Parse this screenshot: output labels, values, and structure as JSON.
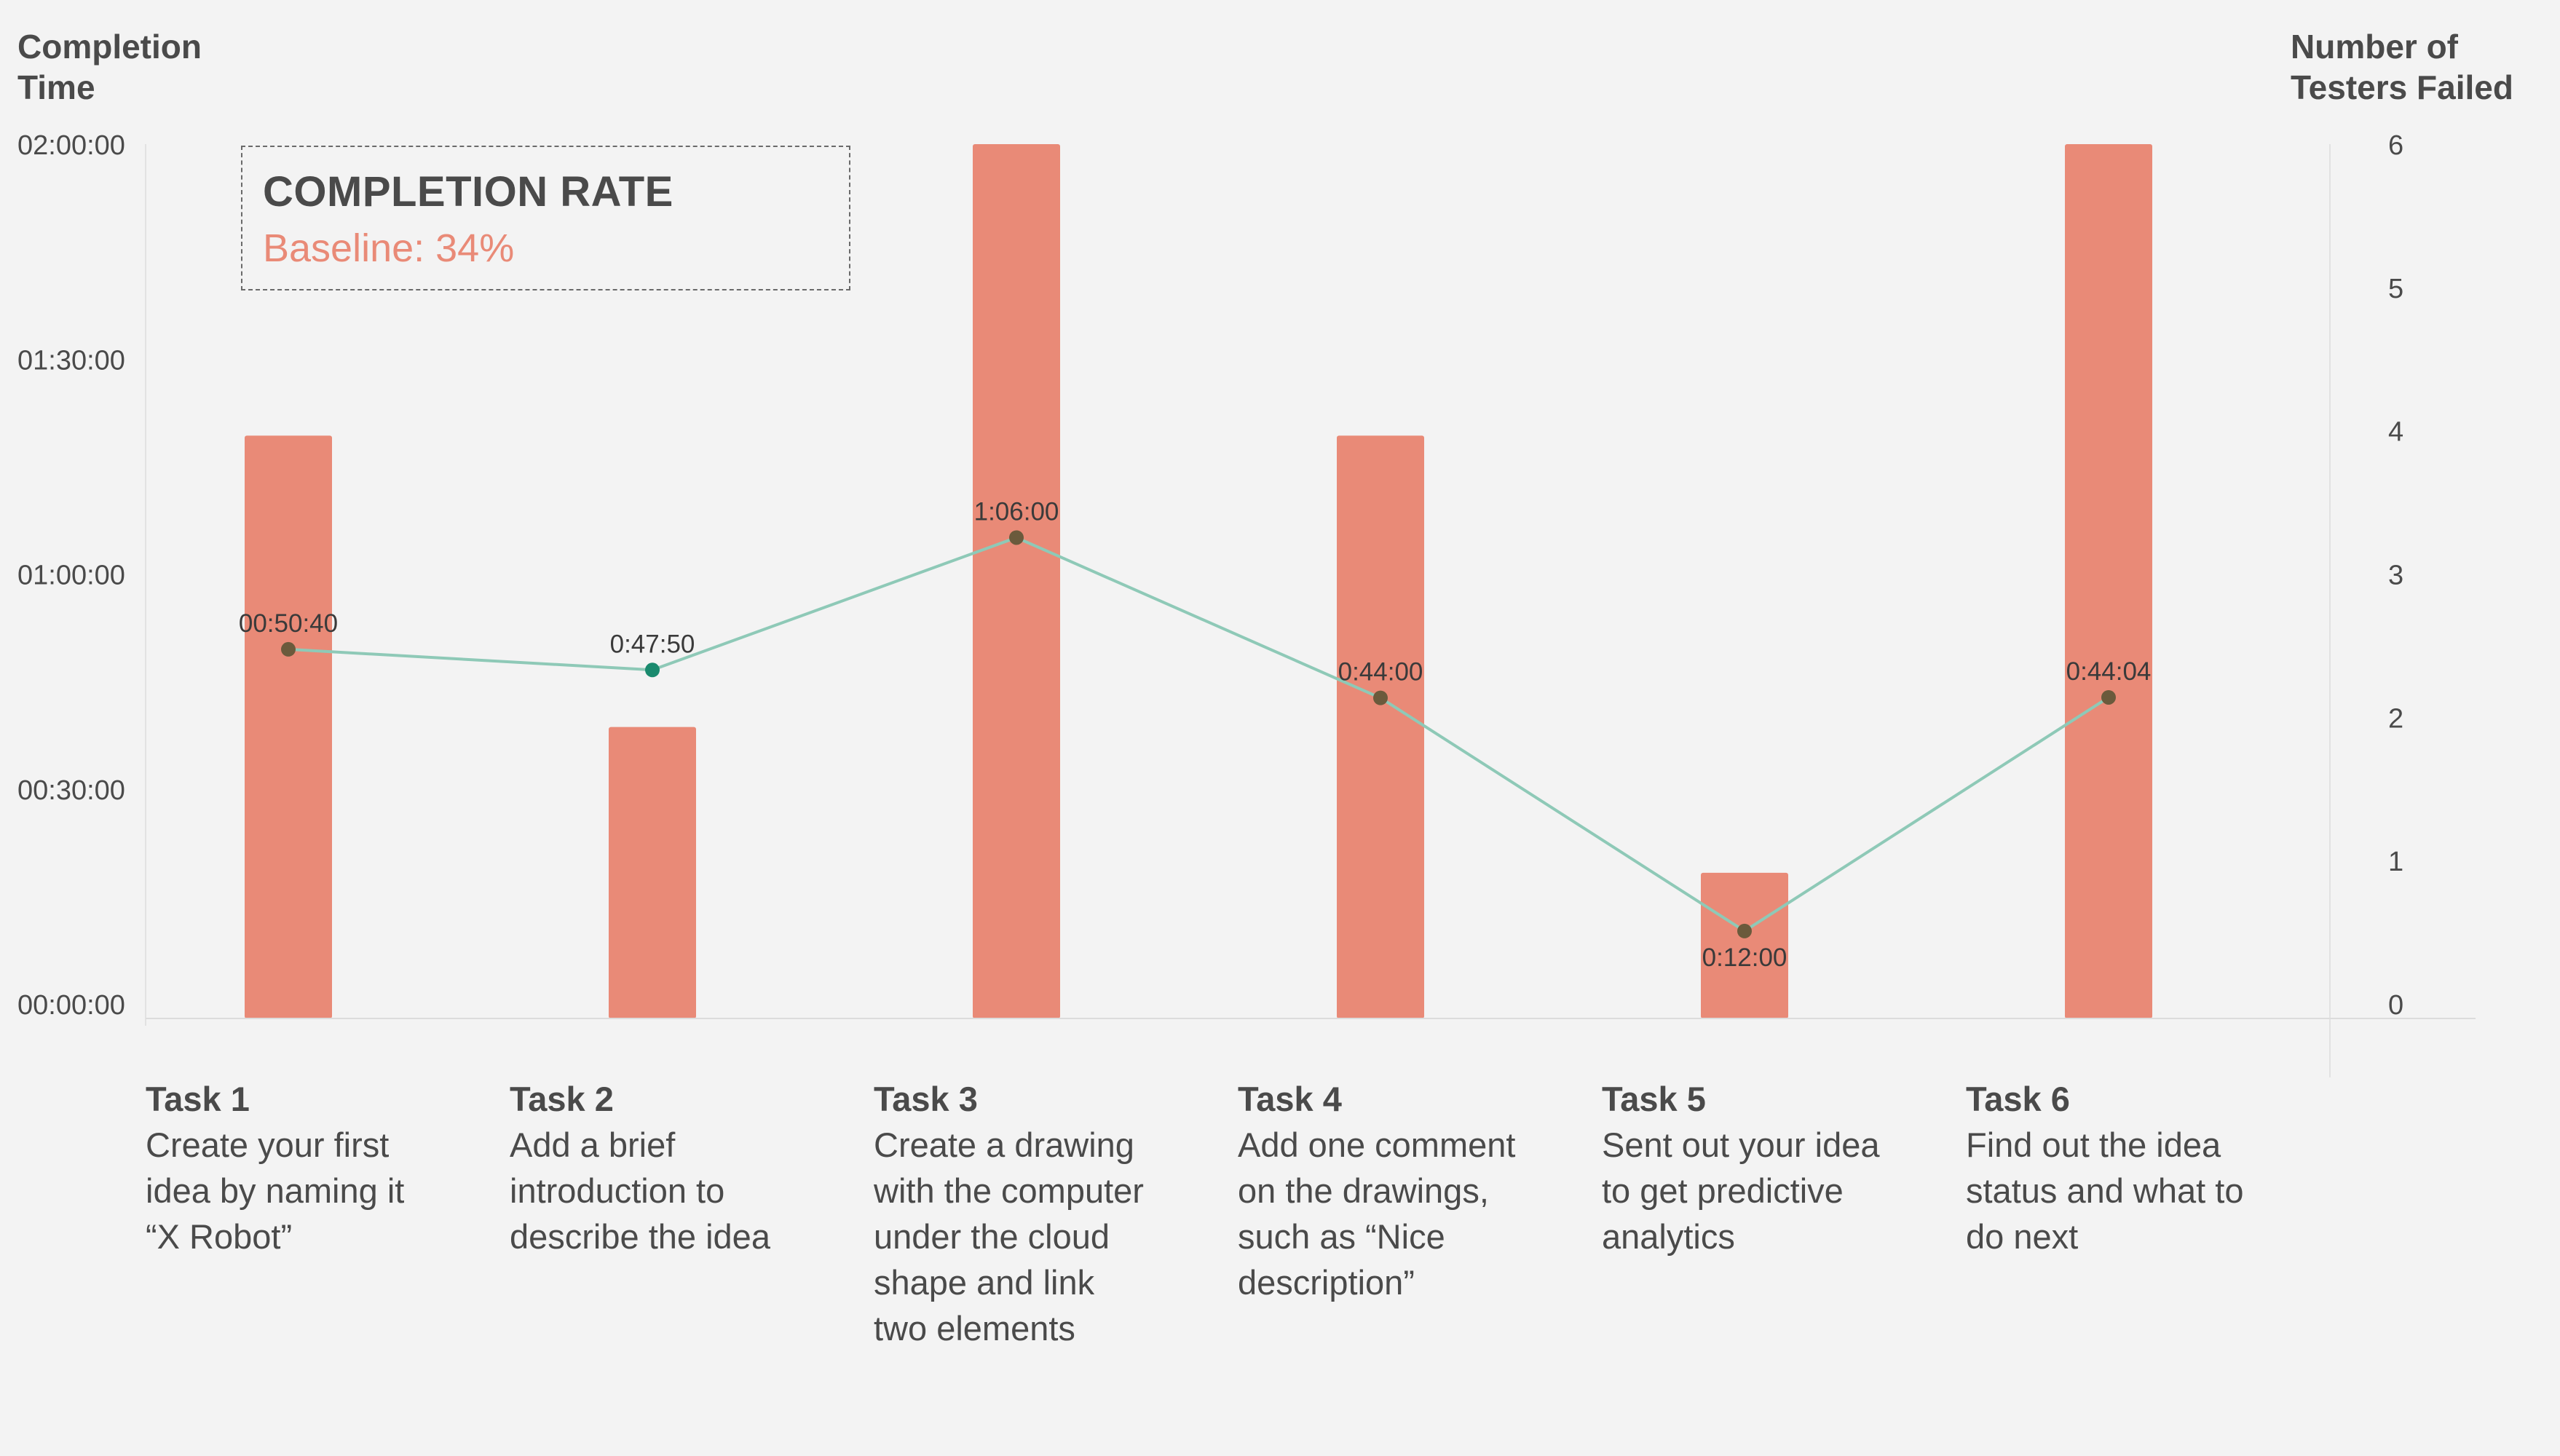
{
  "chart_data": {
    "type": "bar+line",
    "left_axis_title": "Completion\nTime",
    "right_axis_title": "Number of\nTesters Failed",
    "left_ticks": [
      "02:00:00",
      "01:30:00",
      "01:00:00",
      "00:30:00",
      "00:00:00"
    ],
    "left_ylim_seconds": [
      0,
      7200
    ],
    "right_ticks": [
      "6",
      "5",
      "4",
      "3",
      "2",
      "1",
      "0"
    ],
    "right_ylim": [
      0,
      6
    ],
    "categories": [
      "Task 1",
      "Task 2",
      "Task 3",
      "Task 4",
      "Task 5",
      "Task 6"
    ],
    "descriptions": [
      "Create your first\nidea by naming it\n“X Robot”",
      "Add a brief\nintroduction to\ndescribe the idea",
      "Create a drawing\nwith the computer\nunder the cloud\nshape and link\ntwo elements",
      "Add one comment\non the drawings,\nsuch as “Nice\ndescription”",
      "Sent out your idea\nto get predictive\nanalytics",
      "Find out the idea\nstatus and what to\ndo next"
    ],
    "bars": {
      "axis": "right",
      "values": [
        4,
        2,
        6,
        4,
        1,
        6
      ],
      "color": "#e98a77"
    },
    "line": {
      "axis": "left",
      "values_seconds": [
        3040,
        2870,
        3960,
        2640,
        720,
        2644
      ],
      "labels": [
        "00:50:40",
        "0:47:50",
        "1:06:00",
        "0:44:00",
        "0:12:00",
        "0:44:04"
      ],
      "line_color": "#8ec9b7",
      "point_color": "#6b5a3c",
      "highlight_index": 1,
      "highlight_color": "#1a8a6e"
    },
    "grid": false
  },
  "callout": {
    "title": "COMPLETION RATE",
    "subtitle": "Baseline: 34%"
  }
}
